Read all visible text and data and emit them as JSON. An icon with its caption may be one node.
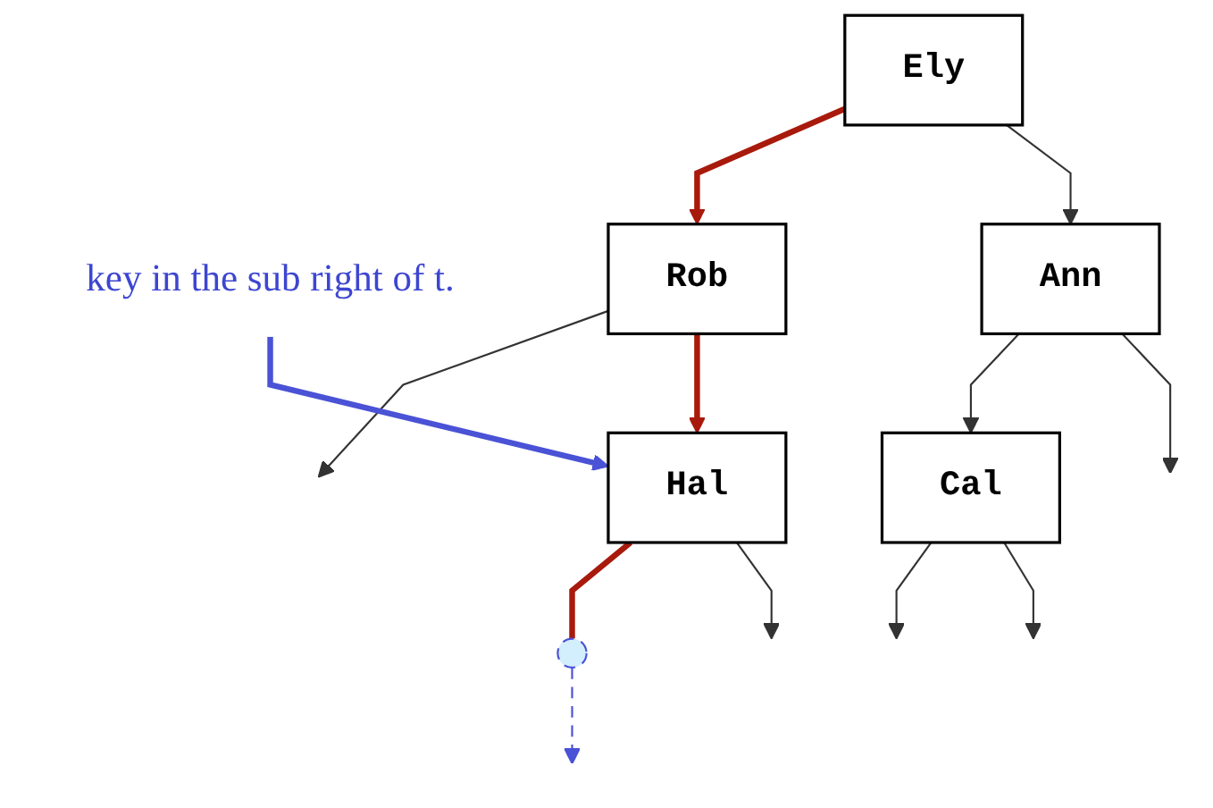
{
  "diagram": {
    "nodes": [
      {
        "text": [
          "key in the sub right of t."
        ]
      },
      {
        "text": [
          "Ely"
        ]
      },
      {
        "text": [
          "Ann"
        ]
      },
      {
        "text": [
          "Rob"
        ]
      },
      {
        "text": [
          "Cal"
        ]
      },
      {
        "text": [
          "Hal"
        ]
      },
      {
        "text": [],
        "shape": "circle"
      }
    ],
    "edges": [
      {
        "from": 1,
        "to": 2,
        "arrow": "to"
      },
      {
        "from": 1,
        "to": 3,
        "arrow": "to",
        "style": "thick",
        "color": "#a81a0c"
      },
      {
        "from": 2,
        "to": null,
        "arrow": "to"
      },
      {
        "from": 2,
        "to": 4,
        "arrow": "to"
      },
      {
        "from": 3,
        "to": 5,
        "arrow": "to",
        "style": "thick",
        "color": "#a81a0c"
      },
      {
        "from": 3,
        "to": null,
        "arrow": "to"
      },
      {
        "from": 0,
        "to": 5,
        "arrow": "to",
        "style": "thick",
        "color": "#4a52d6"
      },
      {
        "from": 4,
        "to": null,
        "arrow": "to"
      },
      {
        "from": 4,
        "to": null,
        "arrow": "to"
      },
      {
        "from": 5,
        "to": null,
        "arrow": "to"
      },
      {
        "from": 5,
        "to": 6,
        "arrow": "none",
        "style": "thick",
        "color": "#a81a0c"
      },
      {
        "from": 6,
        "to": null,
        "arrow": "to",
        "style": "dashed",
        "color": "#4a52d6"
      }
    ]
  }
}
